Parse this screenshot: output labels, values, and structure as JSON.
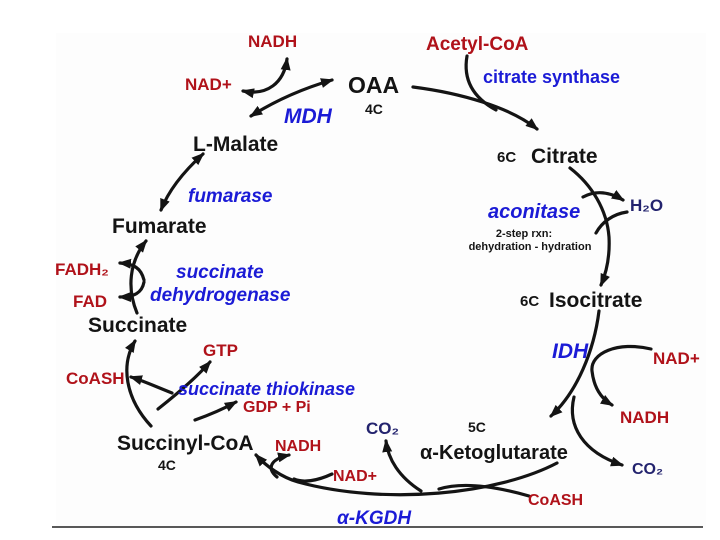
{
  "colors": {
    "metabolite": "#141414",
    "cofactor": "#b0121a",
    "enzyme": "#1b1bd6",
    "molecule": "#23236e",
    "note": "#141414"
  },
  "metabolites": {
    "oaa": "OAA",
    "oaa_carbons": "4C",
    "citrate": "Citrate",
    "citrate_carbons": "6C",
    "isocitrate": "Isocitrate",
    "isocitrate_carbons": "6C",
    "alpha_ketoglutarate": "α-Ketoglutarate",
    "alpha_ketoglutarate_carbons": "5C",
    "succinyl_coa": "Succinyl-CoA",
    "succinyl_coa_carbons": "4C",
    "succinate": "Succinate",
    "fumarate": "Fumarate",
    "l_malate": "L-Malate"
  },
  "enzymes": {
    "citrate_synthase": "citrate synthase",
    "aconitase": "aconitase",
    "idh": "IDH",
    "akgdh": "α-KGDH",
    "succinate_thiokinase": "succinate thiokinase",
    "sdh_line1": "succinate",
    "sdh_line2": "dehydrogenase",
    "fumarase": "fumarase",
    "mdh": "MDH"
  },
  "cofactors": {
    "acetyl_coa": "Acetyl-CoA",
    "nadh_top": "NADH",
    "nad_top": "NAD+",
    "h2o": "H₂O",
    "nad_right": "NAD+",
    "nadh_right": "NADH",
    "co2_right": "CO₂",
    "co2_mid": "CO₂",
    "coash_right": "CoASH",
    "nad_mid": "NAD+",
    "nadh_mid": "NADH",
    "gdp_pi": "GDP + Pi",
    "gtp": "GTP",
    "coash_left": "CoASH",
    "fadh2": "FADH₂",
    "fad": "FAD"
  },
  "notes": {
    "aconitase_line1": "2-step rxn:",
    "aconitase_line2": "dehydration - hydration"
  }
}
